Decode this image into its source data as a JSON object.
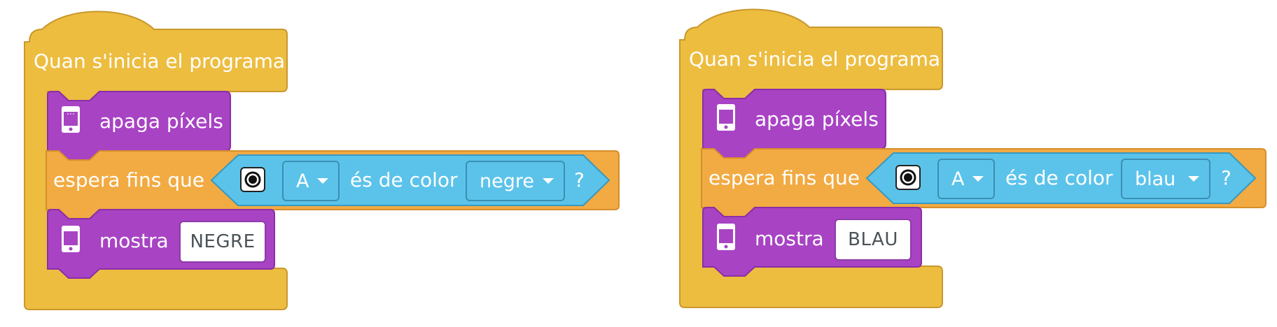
{
  "colors": {
    "event_block": "#edbd40",
    "display_block": "#a843c4",
    "control_block": "#f2aa42",
    "sensor_block": "#5bc3ea",
    "text": "#ffffff"
  },
  "programs": [
    {
      "hat_label": "Quan s'inicia el programa",
      "clear_label": "apaga píxels",
      "wait_label": "espera fins que",
      "button_dropdown": "A",
      "color_label": "és de color",
      "color_dropdown": "negre",
      "question_mark": "?",
      "show_label": "mostra",
      "show_text": "NEGRE"
    },
    {
      "hat_label": "Quan s'inicia el programa",
      "clear_label": "apaga píxels",
      "wait_label": "espera fins que",
      "button_dropdown": "A",
      "color_label": "és de color",
      "color_dropdown": "blau",
      "question_mark": "?",
      "show_label": "mostra",
      "show_text": "BLAU"
    }
  ]
}
